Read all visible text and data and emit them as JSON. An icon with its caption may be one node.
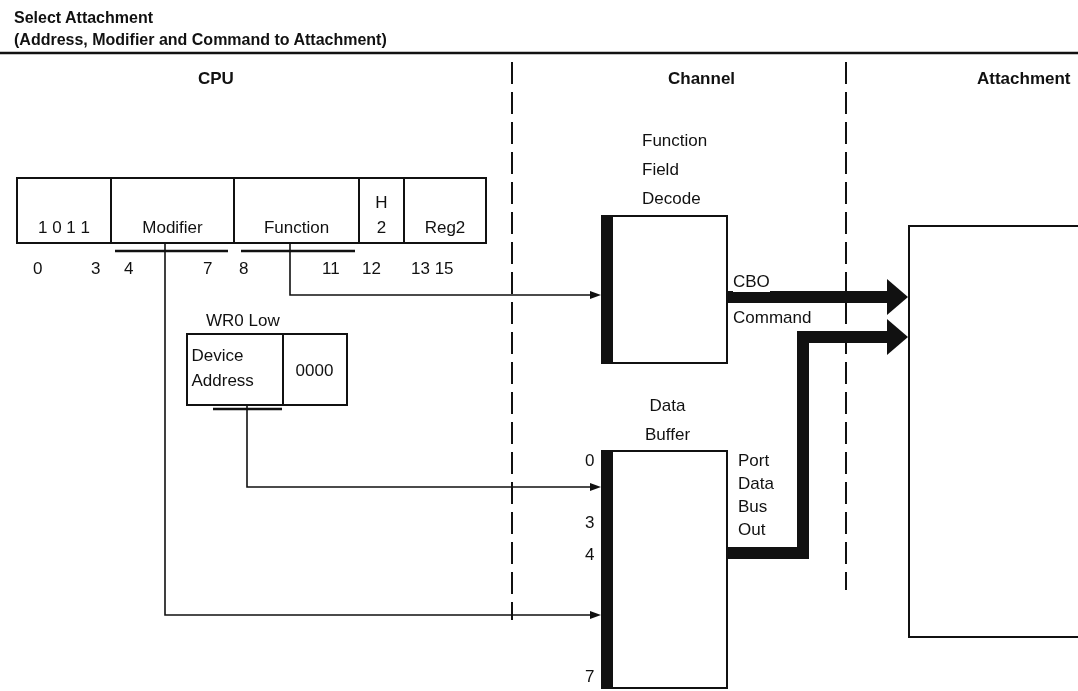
{
  "diagram": {
    "title": "Select Attachment",
    "nodes": [
      {
        "text": [
          "1 0 1 1"
        ]
      },
      {
        "text": [
          "Modifier"
        ]
      },
      {
        "text": [
          "Function"
        ]
      },
      {
        "text": [
          "H 2"
        ]
      },
      {
        "text": [
          "Reg2"
        ]
      },
      {
        "text": [
          "WR0 Low"
        ]
      },
      {
        "text": [
          "Device Address"
        ],
        "in": 5
      },
      {
        "text": [
          "0000"
        ],
        "in": 5
      },
      {
        "text": [
          "Function Field Decode"
        ]
      },
      {
        "text": [
          "Data Buffer"
        ],
        "beside": [
          "0",
          "3",
          "4",
          "7"
        ]
      },
      {
        "text": [],
        "shape": "box"
      }
    ],
    "edges": [
      {
        "from": 2,
        "to": 8,
        "arrow": "to"
      },
      {
        "from": 6,
        "to": 9,
        "arrow": "to"
      },
      {
        "from": 1,
        "to": 9,
        "arrow": "to"
      },
      {
        "from": 8,
        "to": 10,
        "arrow": "to",
        "label": "CBO",
        "style": "thick"
      },
      {
        "from": 9,
        "to": 10,
        "arrow": "to",
        "label": "Port Data Bus Out",
        "style": "thick"
      }
    ],
    "labels": [
      "(Address, Modifier and Command to Attachment)",
      "CPU",
      "Channel",
      "Attachment",
      "0",
      "3",
      "4",
      "7",
      "8",
      "11",
      "12",
      "13 15",
      "Command"
    ]
  }
}
